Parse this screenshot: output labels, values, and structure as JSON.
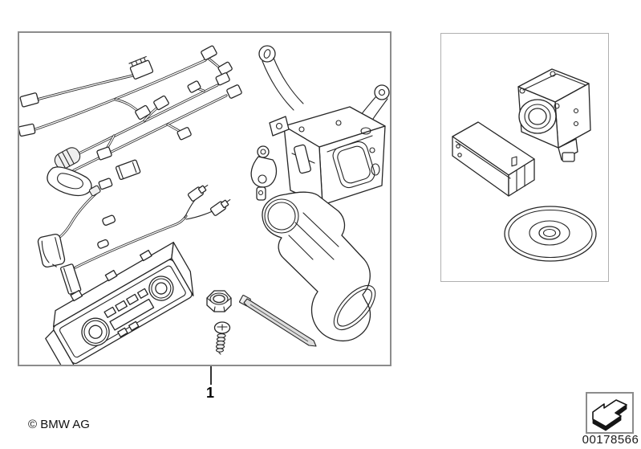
{
  "diagram": {
    "callout_label": "1"
  },
  "footer": {
    "copyright": "© BMW AG",
    "image_number": "00178566"
  },
  "colors": {
    "background": "#ffffff",
    "line": "#262626",
    "main_panel_border": "#8c8c8c",
    "side_panel_border": "#b0b0b0",
    "shade": "#dcdcdc"
  },
  "icons": {
    "stamp": "bent-arrow-down-left-icon"
  }
}
